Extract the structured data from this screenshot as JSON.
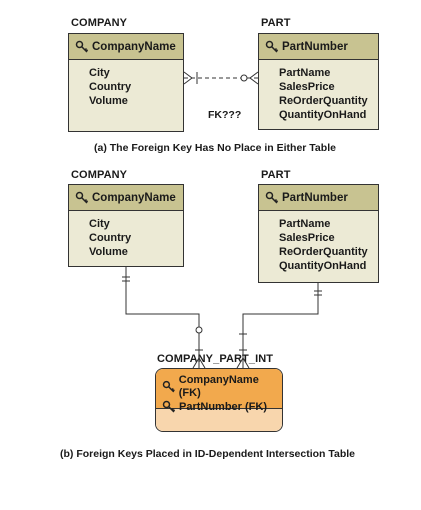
{
  "diagram_a": {
    "company": {
      "title": "COMPANY",
      "key": "CompanyName",
      "attributes": [
        "City",
        "Country",
        "Volume"
      ]
    },
    "part": {
      "title": "PART",
      "key": "PartNumber",
      "attributes": [
        "PartName",
        "SalesPrice",
        "ReOrderQuantity",
        "QuantityOnHand"
      ]
    },
    "fk_label": "FK???",
    "caption": "(a) The Foreign Key Has No Place in Either Table"
  },
  "diagram_b": {
    "company": {
      "title": "COMPANY",
      "key": "CompanyName",
      "attributes": [
        "City",
        "Country",
        "Volume"
      ]
    },
    "part": {
      "title": "PART",
      "key": "PartNumber",
      "attributes": [
        "PartName",
        "SalesPrice",
        "ReOrderQuantity",
        "QuantityOnHand"
      ]
    },
    "intersection": {
      "title": "COMPANY_PART_INT",
      "keys": [
        "CompanyName (FK)",
        "PartNumber (FK)"
      ]
    },
    "caption": "(b) Foreign Keys Placed in ID-Dependent Intersection Table"
  },
  "colors": {
    "entity_header": "#c8c391",
    "entity_body": "#ecead5",
    "intersection_header": "#f2a94d",
    "intersection_body": "#f8d6ad"
  },
  "icons": {
    "key": "key-icon"
  }
}
